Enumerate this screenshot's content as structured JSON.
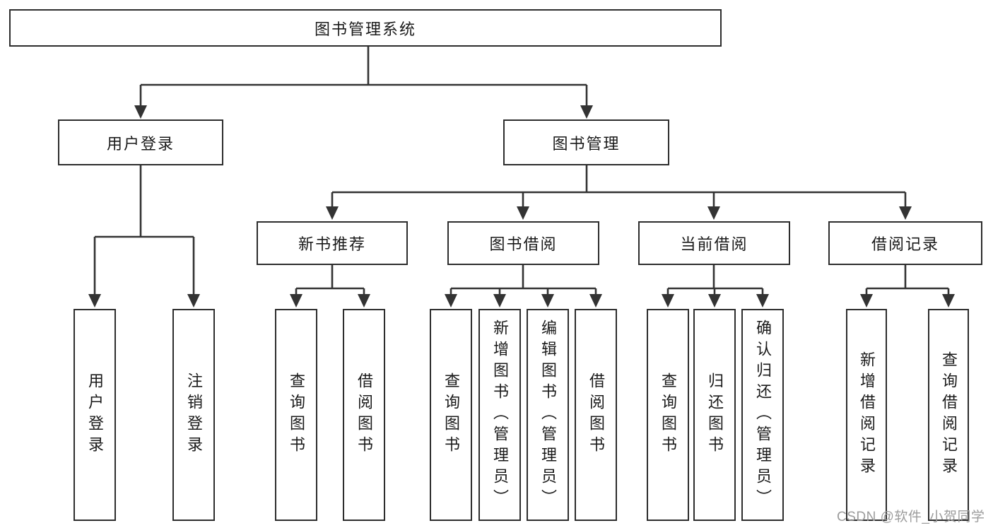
{
  "diagram": {
    "nodes": {
      "root": "图书管理系统",
      "user_login": "用户登录",
      "book_management": "图书管理",
      "new_book": "新书推荐",
      "book_borrow": "图书借阅",
      "current_borrow": "当前借阅",
      "borrow_records": "借阅记录",
      "user_login_child_1": "用户登录",
      "user_login_child_2": "注销登录",
      "new_book_child_1": "查询图书",
      "new_book_child_2": "借阅图书",
      "book_borrow_child_1": "查询图书",
      "book_borrow_child_2": "新增图书（管理员）",
      "book_borrow_child_3": "编辑图书（管理员）",
      "book_borrow_child_4": "借阅图书",
      "current_borrow_child_1": "查询图书",
      "current_borrow_child_2": "归还图书",
      "current_borrow_child_3": "确认归还（管理员）",
      "borrow_records_child_1": "新增借阅记录",
      "borrow_records_child_2": "查询借阅记录"
    }
  },
  "watermark": "CSDN @软件_小贺同学",
  "colors": {
    "line": "#333333",
    "box_border": "#2d2d2d",
    "text": "#1a1a1a",
    "watermark": "#9c9c9c",
    "background": "#ffffff"
  }
}
